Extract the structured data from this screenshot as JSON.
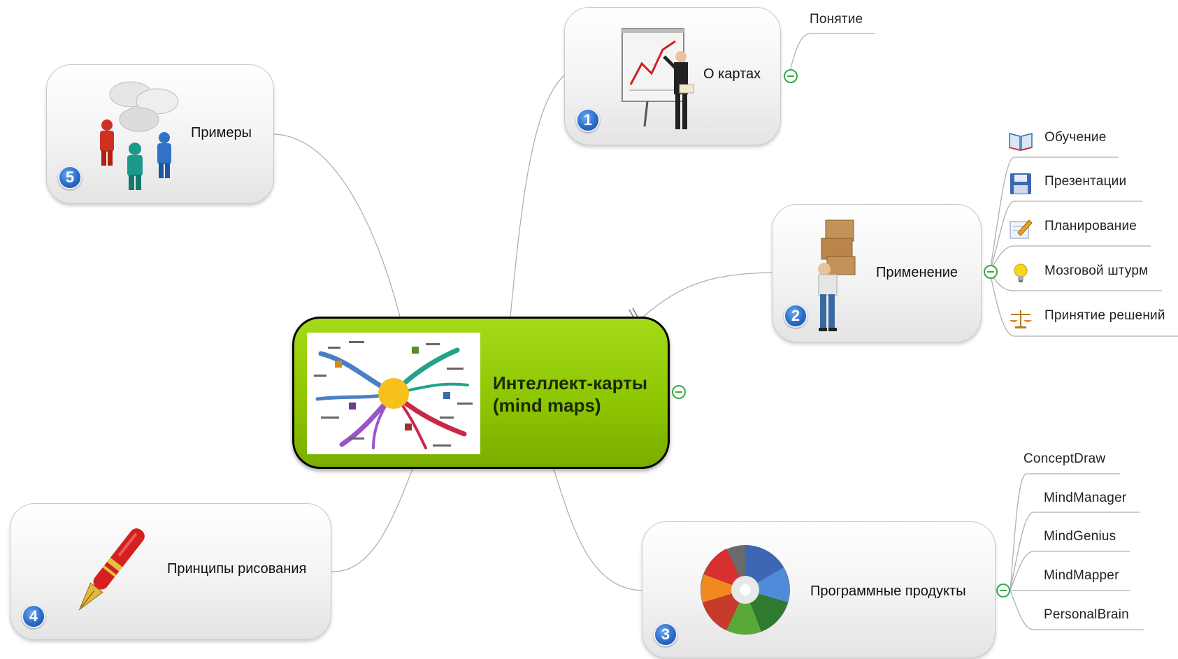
{
  "central": {
    "title_line1": "Интеллект-карты",
    "title_line2": "(mind maps)"
  },
  "branches": {
    "o_kartah": {
      "number": "1",
      "label": "О картах",
      "children": [
        "Понятие"
      ]
    },
    "primenenie": {
      "number": "2",
      "label": "Применение",
      "children": [
        "Обучение",
        "Презентации",
        "Планирование",
        "Мозговой штурм",
        "Принятие решений"
      ]
    },
    "programmnye": {
      "number": "3",
      "label": "Программные продукты",
      "children": [
        "ConceptDraw",
        "MindManager",
        "MindGenius",
        "MindMapper",
        "PersonalBrain"
      ]
    },
    "principy": {
      "number": "4",
      "label": "Принципы рисования"
    },
    "primery": {
      "number": "5",
      "label": "Примеры"
    }
  },
  "icons": {
    "o_kartah": "presenter-at-chart-icon",
    "primenenie": "person-carrying-boxes-icon",
    "programmnye": "color-disc-icon",
    "principy": "fountain-pen-icon",
    "primery": "people-with-speech-bubbles-icon",
    "leaf_icons": [
      "book-icon",
      "floppy-disk-icon",
      "pencil-notepad-icon",
      "light-bulb-icon",
      "scales-icon"
    ]
  },
  "colors": {
    "central_fill": "#8cc400",
    "central_border": "#000000",
    "node_border": "#c9c9c9",
    "connector": "#aaaaaa",
    "badge": "#2a6cc8",
    "collapse": "#39a845"
  }
}
